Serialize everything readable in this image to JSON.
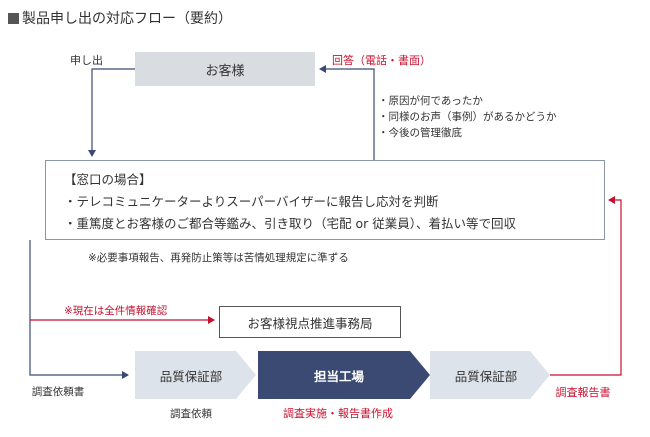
{
  "title": "製品申し出の対応フロー（要約）",
  "customer": {
    "label": "お客様",
    "request_label": "申し出",
    "answer_label": "回答（電話・書面）"
  },
  "answer_contents": [
    "・原因が何であったか",
    "・同様のお声（事例）があるかどうか",
    "・今後の管理徹底"
  ],
  "window_box": {
    "heading": "【窓口の場合】",
    "line1": "・テレコミュニケーターよりスーパーバイザーに報告し応対を判断",
    "line2": "・重篤度とお客様のご都合等鑑み、引き取り（宅配 or 従業員）、着払い等で回収"
  },
  "note": "※必要事項報告、再発防止策等は苦情処理規定に準ずる",
  "info_check_label": "※現在は全件情報確認",
  "office_label": "お客様視点推進事務局",
  "flow": {
    "request_doc_label": "調査依頼書",
    "qa1_label": "品質保証部",
    "qa1_sub": "調査依頼",
    "factory_label": "担当工場",
    "factory_sub": "調査実施・報告書作成",
    "qa2_label": "品質保証部",
    "report_label": "調査報告書"
  },
  "colors": {
    "accent_red": "#c8102e",
    "navy": "#3b4a73",
    "chevron_light": "#dde3ea",
    "line": "#3b4a73"
  }
}
